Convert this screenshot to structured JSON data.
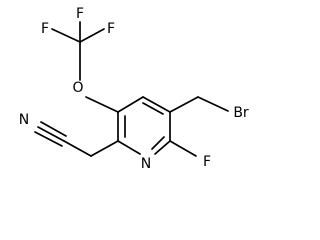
{
  "molecule": {
    "atoms": {
      "F1": "F",
      "F2": "F",
      "F3": "F",
      "O": "O",
      "Br": "Br",
      "N_nitrile": "N",
      "N_ring": "N",
      "F_ring": "F"
    }
  }
}
